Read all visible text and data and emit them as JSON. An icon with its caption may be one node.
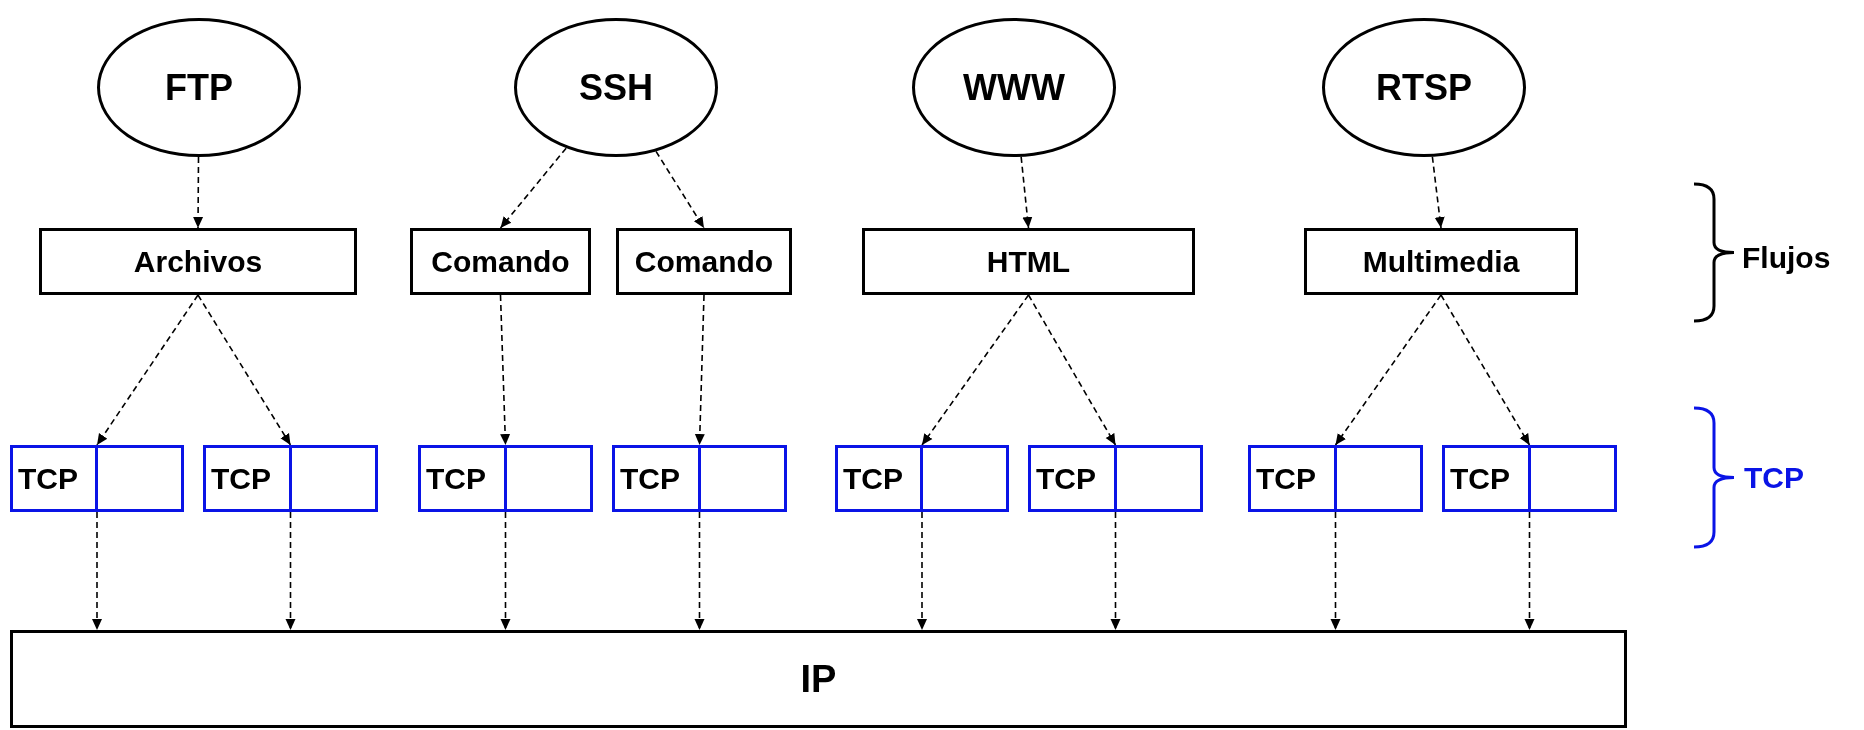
{
  "diagram": {
    "nodes": [
      {
        "text": [
          "FTP"
        ]
      },
      {
        "text": [
          "SSH"
        ]
      },
      {
        "text": [
          "WWW"
        ]
      },
      {
        "text": [
          "RTSP"
        ]
      },
      {
        "text": [
          "Archivos"
        ]
      },
      {
        "text": [
          "Comando"
        ]
      },
      {
        "text": [
          "Comando"
        ]
      },
      {
        "text": [
          "HTML"
        ]
      },
      {
        "text": [
          "Multimedia"
        ]
      },
      {
        "text": [
          "TCP"
        ]
      },
      {
        "text": [
          "TCP"
        ]
      },
      {
        "text": [
          "TCP"
        ]
      },
      {
        "text": [
          "TCP"
        ]
      },
      {
        "text": [
          "TCP"
        ]
      },
      {
        "text": [
          "TCP"
        ]
      },
      {
        "text": [
          "TCP"
        ]
      },
      {
        "text": [
          "TCP"
        ]
      },
      {
        "text": [
          "IP"
        ]
      }
    ],
    "edges": [
      {
        "from": 0,
        "to": 4,
        "arrow": "to"
      },
      {
        "from": 1,
        "to": 5,
        "arrow": "to"
      },
      {
        "from": 1,
        "to": 6,
        "arrow": "to"
      },
      {
        "from": 2,
        "to": 7,
        "arrow": "to"
      },
      {
        "from": 3,
        "to": 8,
        "arrow": "to"
      },
      {
        "from": 4,
        "to": 9,
        "arrow": "to"
      },
      {
        "from": 4,
        "to": 10,
        "arrow": "to"
      },
      {
        "from": 5,
        "to": 11,
        "arrow": "to"
      },
      {
        "from": 6,
        "to": 12,
        "arrow": "to"
      },
      {
        "from": 7,
        "to": 13,
        "arrow": "to"
      },
      {
        "from": 7,
        "to": 14,
        "arrow": "to"
      },
      {
        "from": 8,
        "to": 15,
        "arrow": "to"
      },
      {
        "from": 8,
        "to": 16,
        "arrow": "to"
      },
      {
        "from": 9,
        "to": 17,
        "arrow": "to"
      },
      {
        "from": 10,
        "to": 17,
        "arrow": "to"
      },
      {
        "from": 11,
        "to": 17,
        "arrow": "to"
      },
      {
        "from": 12,
        "to": 17,
        "arrow": "to"
      },
      {
        "from": 13,
        "to": 17,
        "arrow": "to"
      },
      {
        "from": 14,
        "to": 17,
        "arrow": "to"
      },
      {
        "from": 15,
        "to": 17,
        "arrow": "to"
      },
      {
        "from": 16,
        "to": 17,
        "arrow": "to"
      }
    ],
    "labels": [
      "Flujos",
      "TCP"
    ]
  }
}
